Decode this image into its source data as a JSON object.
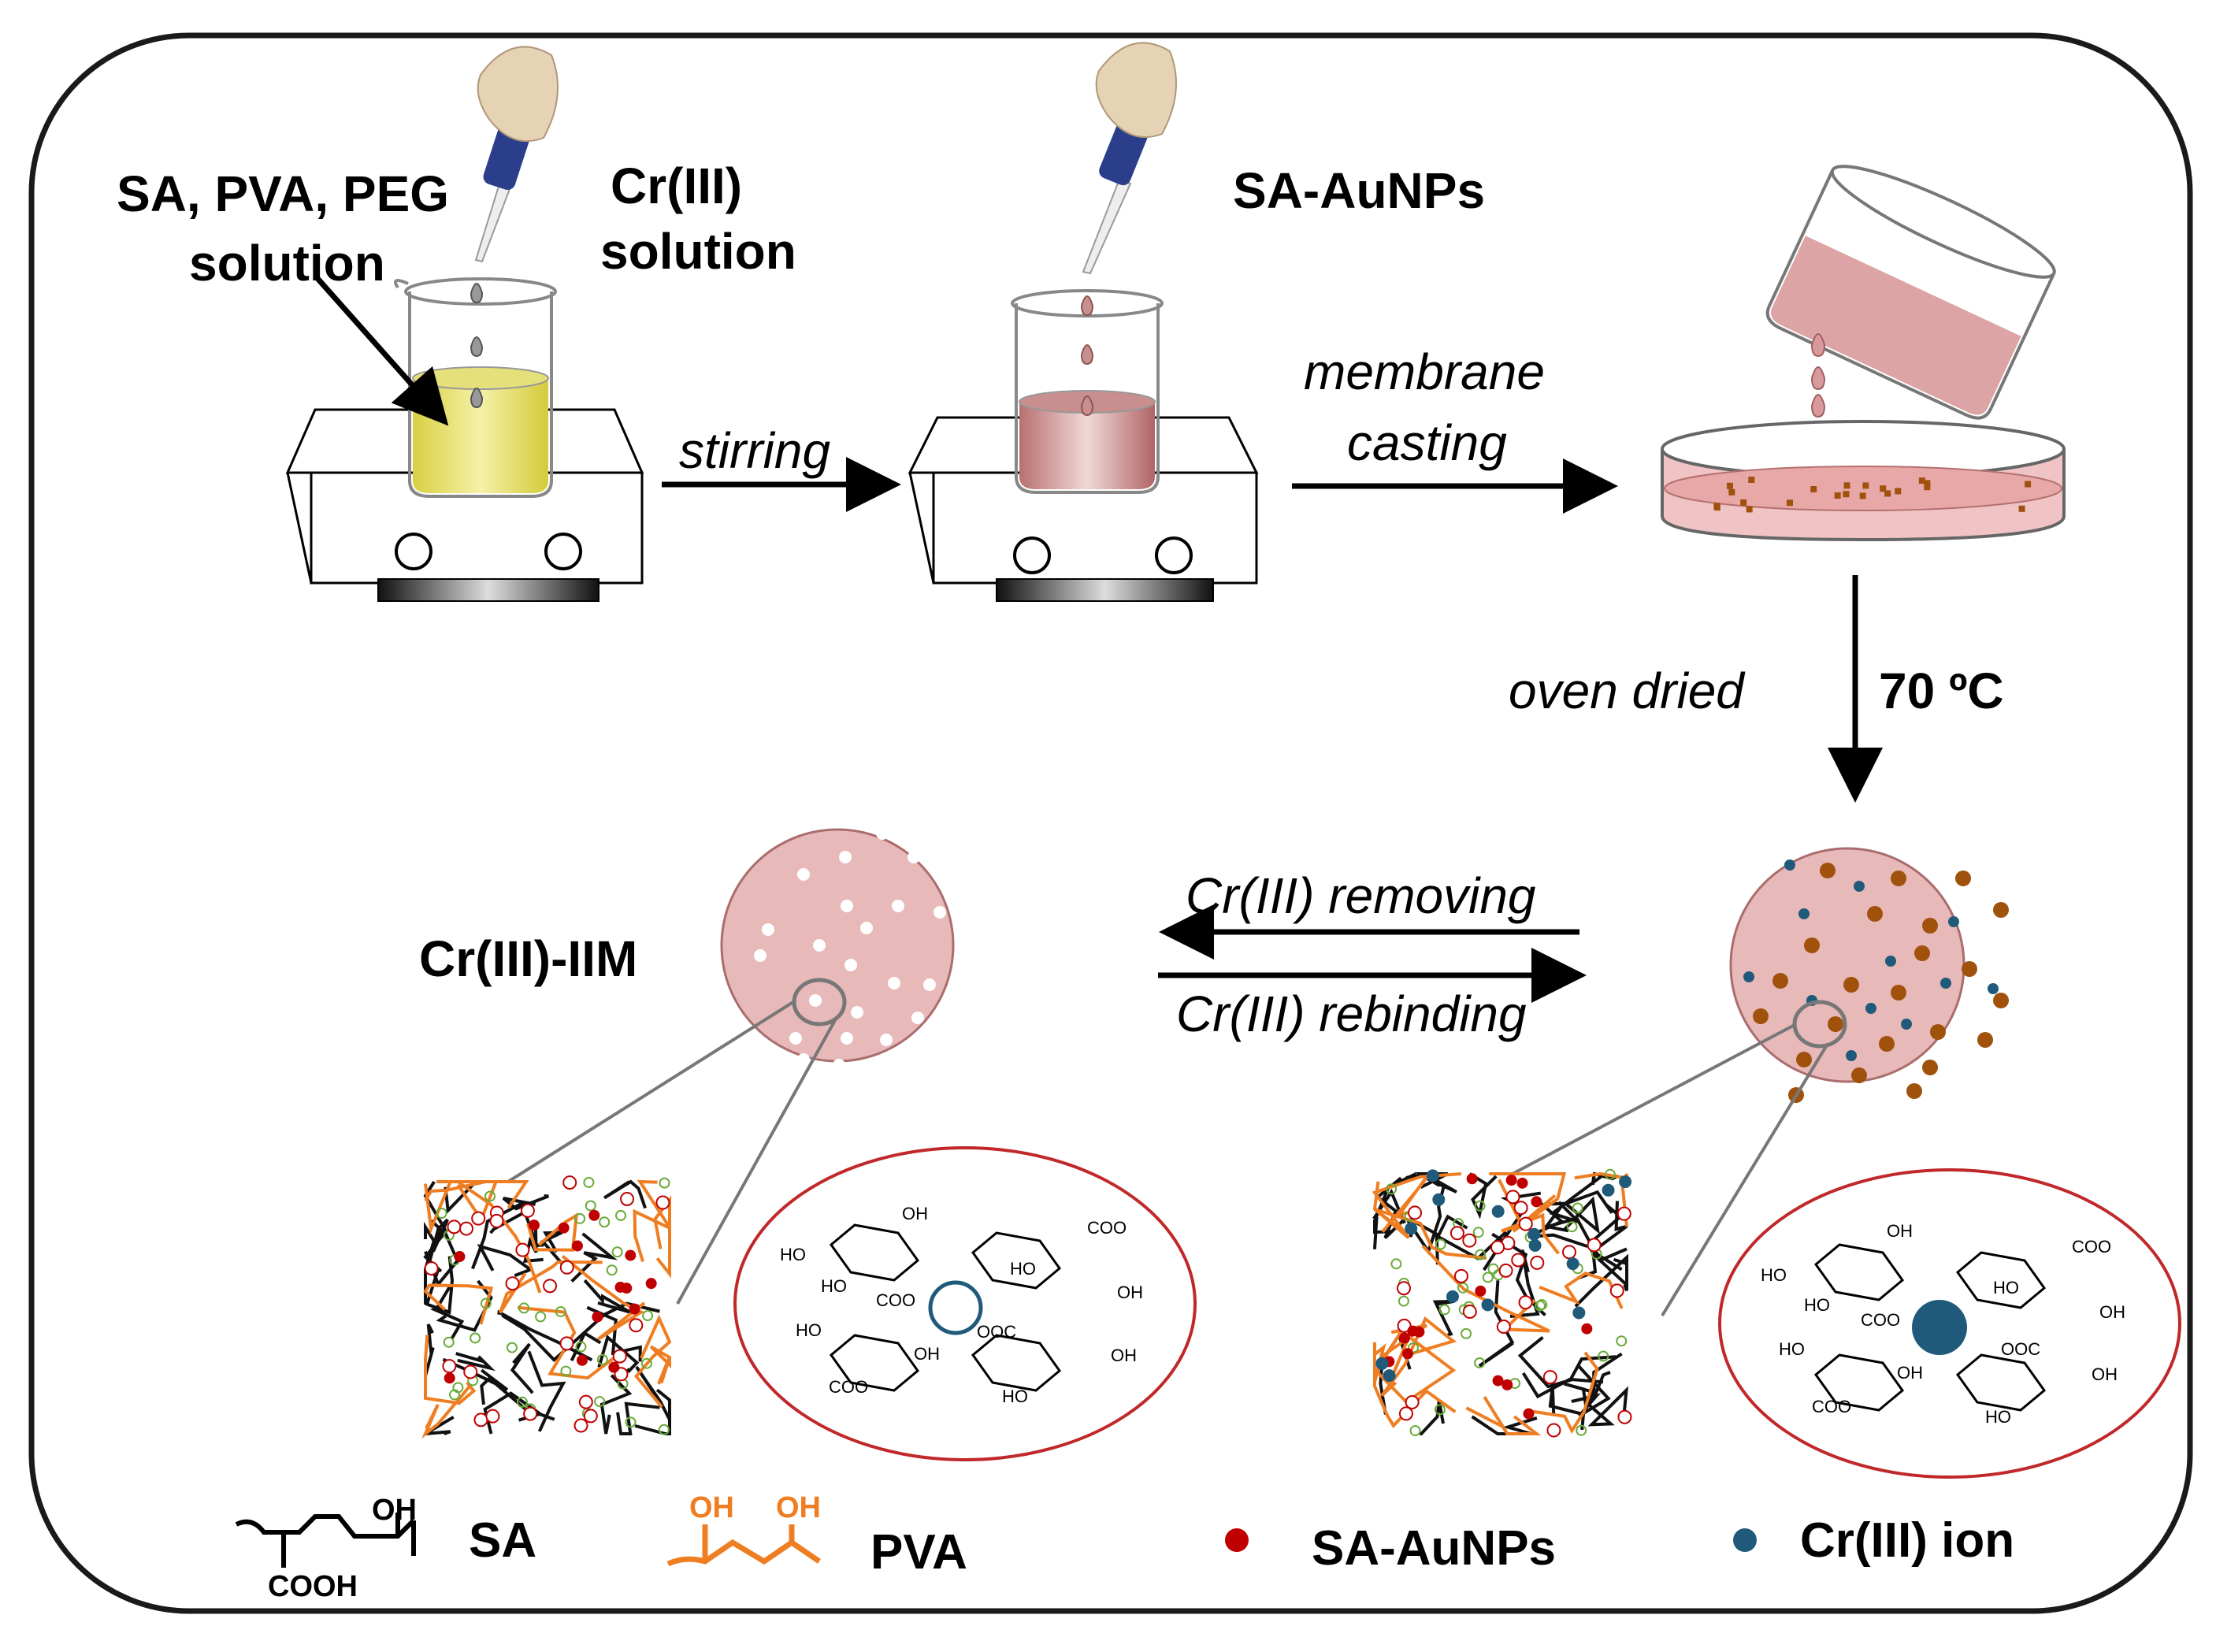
{
  "labels": {
    "sa_pva_peg_line1": "SA, PVA, PEG",
    "sa_pva_peg_line2": "solution",
    "cr_solution_line1": "Cr(III)",
    "cr_solution_line2": "solution",
    "sa_aunps_top": "SA-AuNPs",
    "stirring": "stirring",
    "membrane_line1": "membrane",
    "membrane_line2": "casting",
    "oven_dried": "oven dried",
    "temperature": "70 ºC",
    "cr_removing": "Cr(III) removing",
    "cr_rebinding": "Cr(III) rebinding",
    "iim": "Cr(III)-IIM"
  },
  "chem_labels": {
    "oh": "OH",
    "ho": "HO",
    "coo": "COO",
    "ooc": "OOC",
    "cooh": "COOH"
  },
  "legend": {
    "sa": "SA",
    "pva": "PVA",
    "aunps": "SA-AuNPs",
    "cr_ion": "Cr(III) ion"
  },
  "colors": {
    "frame": "#1a1a1a",
    "yellow_solution": "#e6e07a",
    "pink_solution": "#c98e8e",
    "membrane_disc": "#e8b9b9",
    "aunp_brown": "#a0520d",
    "cr_blue": "#1f5a7a",
    "aunp_red": "#c00000",
    "pva_orange": "#ef7d22",
    "ellipse_red": "#c0282a",
    "green_group": "#6aab3a"
  }
}
